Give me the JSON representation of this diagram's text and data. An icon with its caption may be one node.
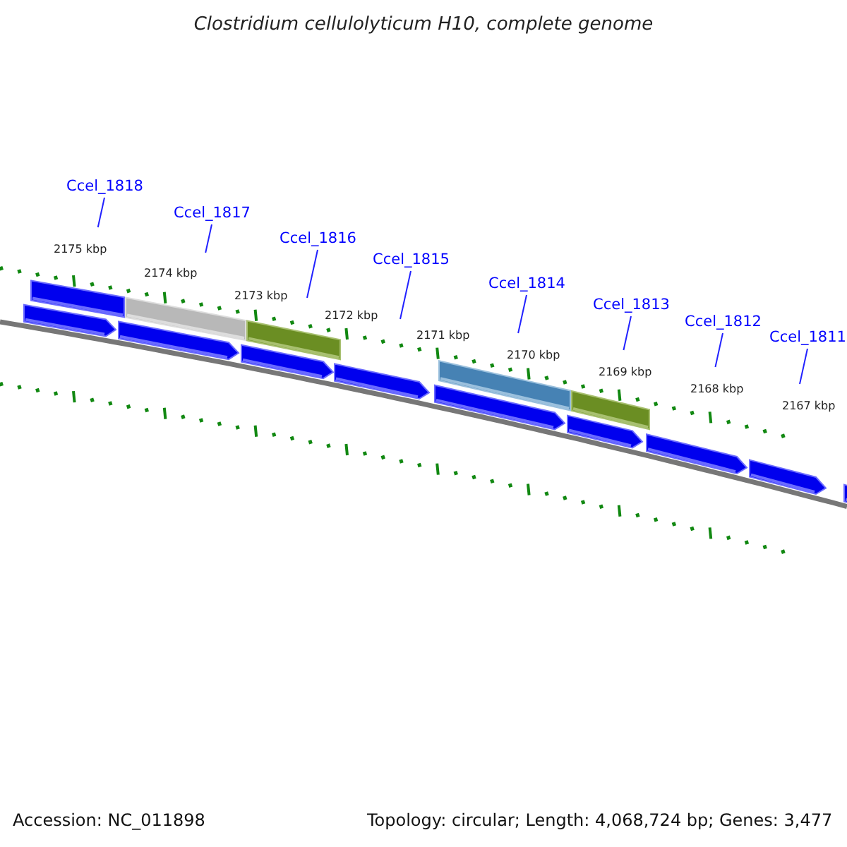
{
  "diagram": {
    "title": "Clostridium cellulolyticum H10, complete genome",
    "nodes": [
      {
        "text": [
          "Ccel_1818"
        ]
      },
      {
        "text": [
          "Ccel_1817"
        ]
      },
      {
        "text": [
          "Ccel_1816"
        ]
      },
      {
        "text": [
          "Ccel_1815"
        ]
      },
      {
        "text": [
          "Ccel_1814"
        ]
      },
      {
        "text": [
          "Ccel_1813"
        ]
      },
      {
        "text": [
          "Ccel_1812"
        ]
      },
      {
        "text": [
          "Ccel_1811"
        ]
      }
    ],
    "edges": [
      {
        "from": 0,
        "to": null,
        "arrow": "none"
      },
      {
        "from": 1,
        "to": null,
        "arrow": "none"
      },
      {
        "from": 2,
        "to": null,
        "arrow": "none"
      },
      {
        "from": 3,
        "to": null,
        "arrow": "none"
      },
      {
        "from": 4,
        "to": null,
        "arrow": "none"
      },
      {
        "from": 5,
        "to": null,
        "arrow": "none"
      },
      {
        "from": 6,
        "to": null,
        "arrow": "none"
      },
      {
        "from": 7,
        "to": null,
        "arrow": "none"
      }
    ],
    "labels": [
      "2175 kbp",
      "2174 kbp",
      "2173 kbp",
      "2172 kbp",
      "2171 kbp",
      "2170 kbp",
      "2169 kbp",
      "2168 kbp",
      "2167 kbp",
      "Accession: NC_011898",
      "Topology: circular; Length: 4,068,724 bp; Genes: 3,477"
    ]
  }
}
